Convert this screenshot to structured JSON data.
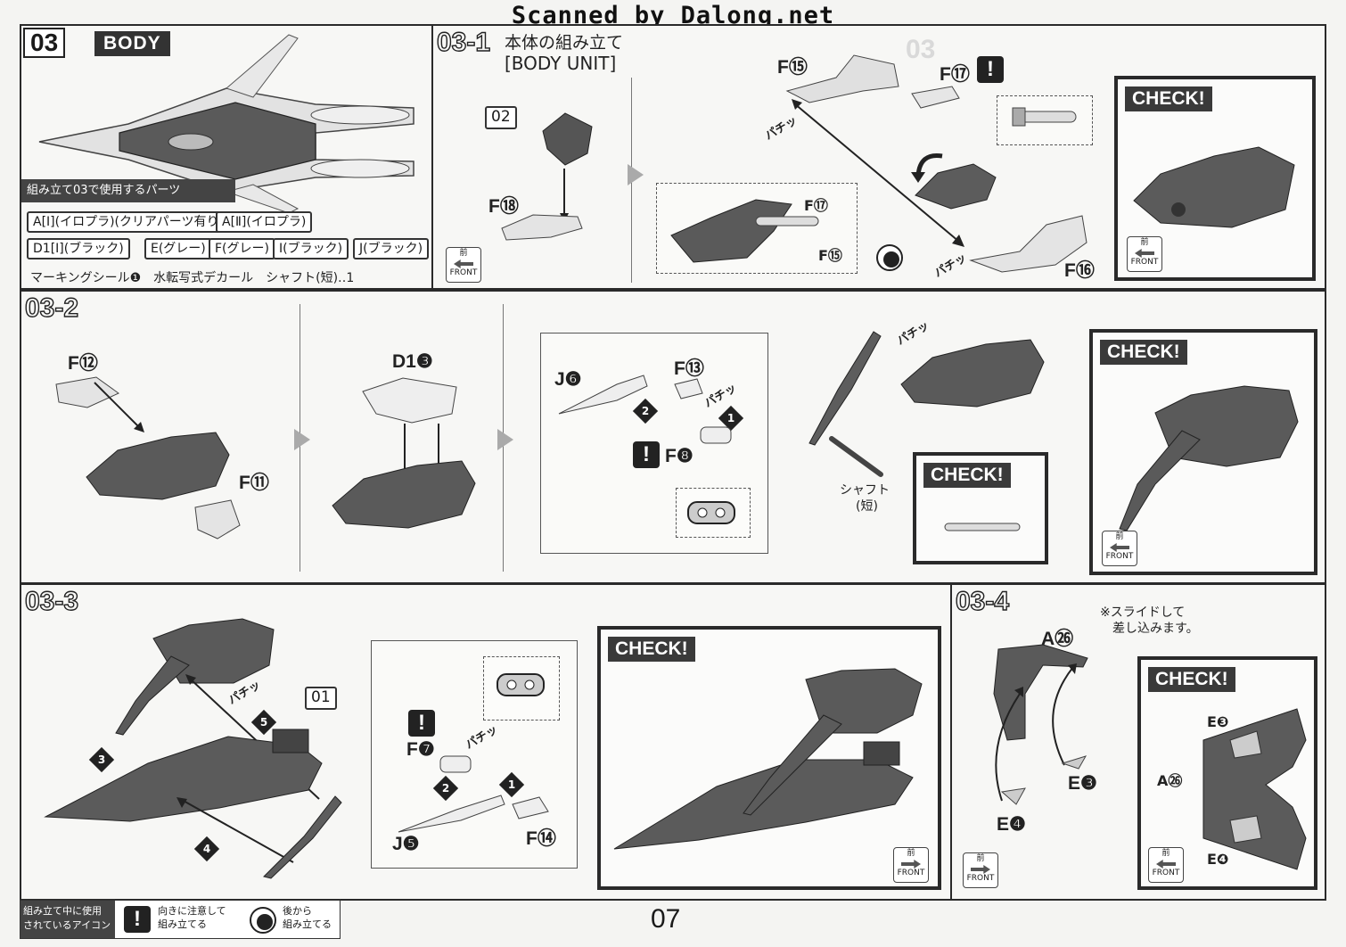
{
  "watermark": "Scanned by Dalong.net",
  "page_number": "07",
  "section03": {
    "step": "03",
    "title": "BODY",
    "parts_header": "組み立て03で使用するパーツ",
    "parts": [
      "A[Ⅰ](イロプラ)(クリアパーツ有り)",
      "A[Ⅱ](イロプラ)",
      "D1[Ⅰ](ブラック)",
      "E(グレー)",
      "F(グレー)",
      "I(ブラック)",
      "J(ブラック)"
    ],
    "extras": "マーキングシール❶　水転写式デカール　シャフト(短)‥1"
  },
  "step031": {
    "step": "03-1",
    "title_jp": "本体の組み立て",
    "title_en": "[BODY UNIT]",
    "labels": {
      "p02": "02",
      "f18": "F⑱",
      "f15": "F⑮",
      "f17": "F⑰",
      "f16": "F⑯",
      "f17b": "F⑰",
      "f15b": "F⑮"
    },
    "snap1": "パチッ",
    "snap2": "パチッ",
    "check": "CHECK!"
  },
  "step032": {
    "step": "03-2",
    "labels": {
      "f12": "F⑫",
      "f11": "F⑪",
      "d13": "D1❸",
      "j6": "J❻",
      "f13": "F⑬",
      "f8": "F❽"
    },
    "order": {
      "n1": "1",
      "n2": "2"
    },
    "snap": "パチッ",
    "snap2": "パチッ",
    "shaft": "シャフト",
    "shaft_sub": "(短)",
    "check1": "CHECK!",
    "check2": "CHECK!"
  },
  "step033": {
    "step": "03-3",
    "labels": {
      "p01": "01",
      "f7": "F❼",
      "f14": "F⑭",
      "j5": "J❺"
    },
    "order": {
      "n1": "1",
      "n2": "2",
      "n3": "3",
      "n4": "4",
      "n5": "5"
    },
    "snap1": "パチッ",
    "snap2": "パチッ",
    "check": "CHECK!"
  },
  "step034": {
    "step": "03-4",
    "note1": "※スライドして",
    "note2": "差し込みます。",
    "labels": {
      "a26": "A㉖",
      "e3": "E❸",
      "e4": "E❹",
      "ce3": "E❸",
      "ca26": "A㉖",
      "ce4": "E❹"
    },
    "check": "CHECK!"
  },
  "front": {
    "top": "前",
    "bottom": "FRONT"
  },
  "legend": {
    "title1": "組み立て中に使用",
    "title2": "されているアイコン",
    "attention1": "向きに注意して",
    "attention2": "組み立てる",
    "behind1": "後から",
    "behind2": "組み立てる"
  }
}
